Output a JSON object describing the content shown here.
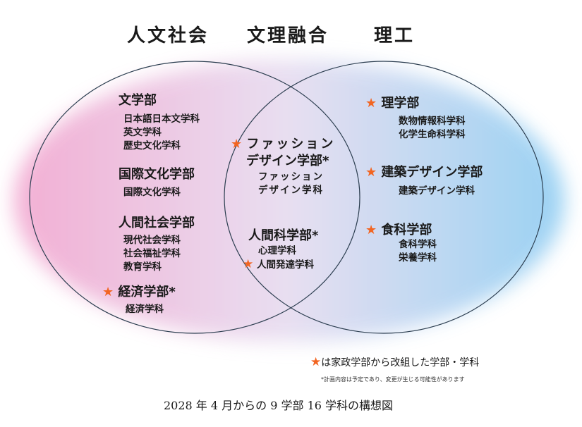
{
  "headers": {
    "left": "人文社会",
    "center": "文理融合",
    "right": "理工"
  },
  "colors": {
    "star": "#f26522",
    "pink": "#f2a6cf",
    "blue": "#8fcdf2",
    "line": "#2c3e50"
  },
  "star_glyph": "★",
  "left": [
    {
      "faculty": "文学部",
      "star": false,
      "departments": [
        "日本語日本文学科",
        "英文学科",
        "歴史文化学科"
      ]
    },
    {
      "faculty": "国際文化学部",
      "star": false,
      "departments": [
        "国際文化学科"
      ]
    },
    {
      "faculty": "人間社会学部",
      "star": false,
      "departments": [
        "現代社会学科",
        "社会福祉学科",
        "教育学科"
      ]
    },
    {
      "faculty": "経済学部*",
      "star": true,
      "departments": [
        "経済学科"
      ]
    }
  ],
  "center": [
    {
      "faculty_line1": "ファッション",
      "faculty_line2": "デザイン学部*",
      "star": true,
      "departments": [
        "ファッション",
        "デザイン学科"
      ]
    },
    {
      "faculty": "人間科学部*",
      "star": false,
      "departments": [
        "心理学科",
        "人間発達学科"
      ],
      "starred_department": "人間発達学科"
    }
  ],
  "right": [
    {
      "faculty": "理学部",
      "star": true,
      "departments": [
        "数物情報科学科",
        "化学生命科学科"
      ]
    },
    {
      "faculty": "建築デザイン学部",
      "star": true,
      "departments": [
        "建築デザイン学科"
      ]
    },
    {
      "faculty": "食科学部",
      "star": true,
      "departments": [
        "食科学科",
        "栄養学科"
      ]
    }
  ],
  "legend": "は家政学部から改組した学部・学科",
  "note": "*計画内容は予定であり、変更が生じる可能性があります",
  "caption": "2028 年 4 月からの 9 学部 16 学科の構想図"
}
